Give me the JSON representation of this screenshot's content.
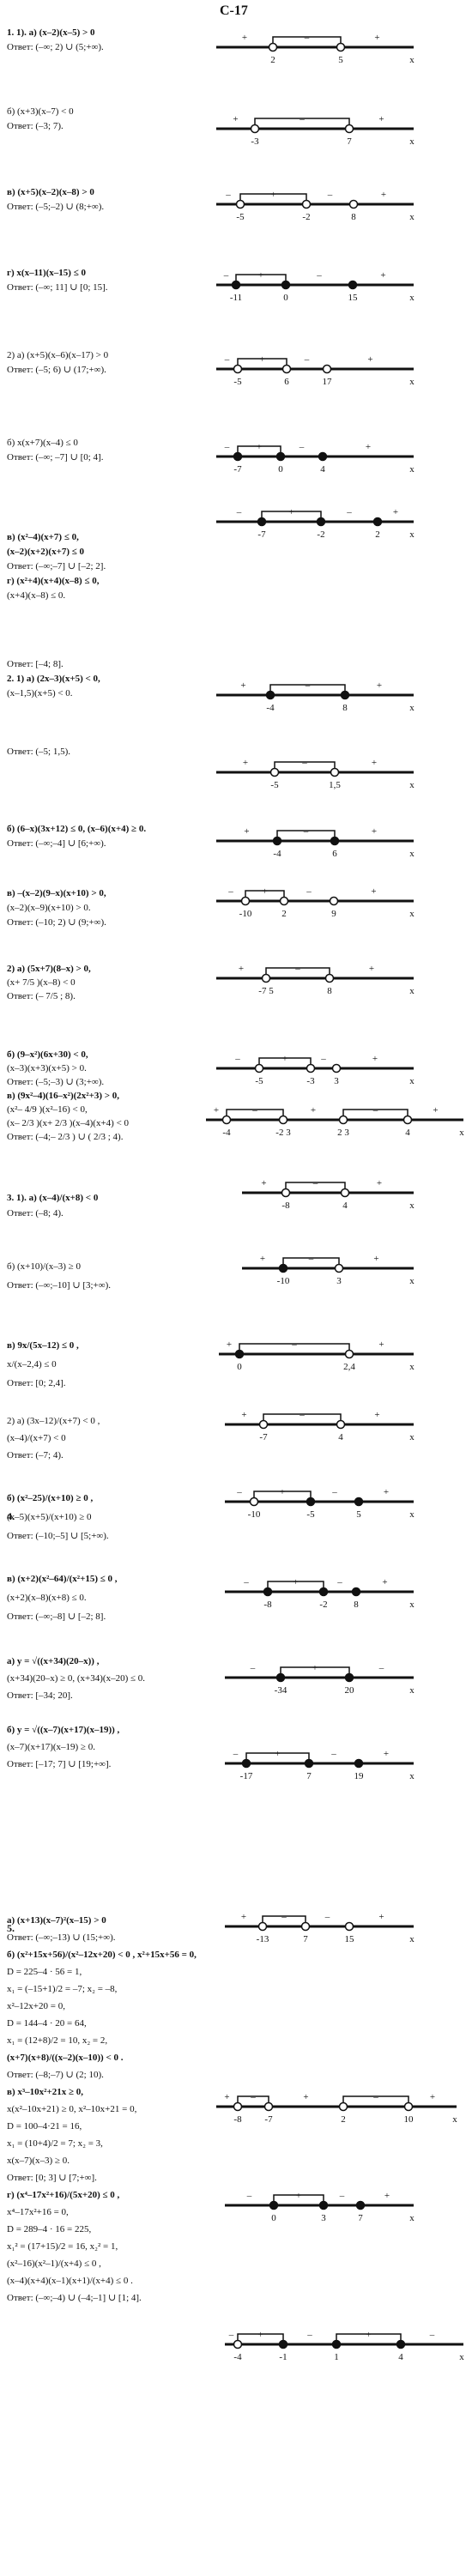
{
  "header": "С-17",
  "sections": [
    "2.",
    "3.",
    "4.",
    "5."
  ],
  "blocks": [
    {
      "lines": [
        {
          "t": "1. 1). а) (x–2)(x–5) > 0",
          "b": true
        },
        {
          "t": "Ответ: (–∞; 2) ∪ (5;+∞)."
        }
      ]
    },
    {
      "lines": [
        {
          "t": "б) (x+3)(x–7) < 0"
        },
        {
          "t": "Ответ: (–3; 7)."
        }
      ]
    },
    {
      "lines": [
        {
          "t": "в) (x+5)(x–2)(x–8) > 0",
          "b": true
        },
        {
          "t": "Ответ: (–5;–2) ∪ (8;+∞)."
        }
      ]
    },
    {
      "lines": [
        {
          "t": "г) x(x–11)(x–15) ≤ 0",
          "b": true
        },
        {
          "t": "Ответ: (–∞; 11] ∪ [0; 15]."
        }
      ]
    },
    {
      "lines": [
        {
          "t": "2) а) (x+5)(x–6)(x–17) > 0"
        },
        {
          "t": "Ответ: (–5; 6) ∪ (17;+∞)."
        }
      ]
    },
    {
      "lines": [
        {
          "t": "б) x(x+7)(x–4) ≤ 0"
        },
        {
          "t": "Ответ: (–∞; –7] ∪ [0; 4]."
        }
      ]
    },
    {
      "lines": [
        {
          "t": "в) (x²–4)(x+7) ≤ 0,",
          "b": true
        },
        {
          "t": "(x–2)(x+2)(x+7) ≤ 0",
          "b": true
        },
        {
          "t": "Ответ: (–∞;–7] ∪ [–2; 2]."
        },
        {
          "t": "г) (x²+4)(x+4)(x–8) ≤ 0,",
          "b": true
        },
        {
          "t": "(x+4)(x–8) ≤ 0."
        }
      ]
    },
    {
      "lines": [
        {
          "t": "Ответ: [–4; 8]."
        },
        {
          "t": "2. 1) а) (2x–3)(x+5) < 0,",
          "b": true
        },
        {
          "t": "(x–1,5)(x+5) < 0."
        }
      ]
    },
    {
      "lines": [
        {
          "t": "Ответ: (–5; 1,5)."
        }
      ]
    },
    {
      "lines": [
        {
          "t": "б) (6–x)(3x+12) ≤ 0, (x–6)(x+4) ≥ 0.",
          "b": true
        },
        {
          "t": "Ответ: (–∞;–4] ∪ [6;+∞)."
        }
      ]
    },
    {
      "lines": [
        {
          "t": "в) –(x–2)(9–x)(x+10) > 0,",
          "b": true
        },
        {
          "t": "(x–2)(x–9)(x+10) > 0."
        },
        {
          "t": "Ответ: (–10; 2) ∪ (9;+∞)."
        }
      ]
    },
    {
      "lines": [
        {
          "t": "2) а) (5x+7)(8–x) > 0,",
          "b": true
        },
        {
          "t": "(x+ 7/5 )(x–8) < 0"
        },
        {
          "t": "Ответ: (– 7/5 ; 8)."
        }
      ]
    },
    {
      "lines": [
        {
          "t": "б) (9–x²)(6x+30) < 0,",
          "b": true
        },
        {
          "t": "(x–3)(x+3)(x+5) > 0."
        },
        {
          "t": "Ответ: (–5;–3) ∪ (3;+∞)."
        },
        {
          "t": "в) (9x²–4)(16–x²)(2x²+3) > 0,",
          "b": true
        },
        {
          "t": "(x²– 4/9 )(x²–16) < 0,"
        },
        {
          "t": "(x– 2/3 )(x+ 2/3 )(x–4)(x+4) < 0"
        },
        {
          "t": "Ответ: (–4;– 2/3 ) ∪ ( 2/3 ; 4)."
        }
      ]
    },
    {
      "lines": [
        {
          "t": "3. 1). а) (x–4)/(x+8) < 0",
          "b": true
        },
        {
          "t": "Ответ: (–8; 4)."
        }
      ]
    },
    {
      "lines": [
        {
          "t": "б) (x+10)/(x–3) ≥ 0"
        },
        {
          "t": "Ответ: (–∞;–10] ∪ [3;+∞)."
        }
      ]
    },
    {
      "lines": [
        {
          "t": "в) 9x/(5x–12) ≤ 0 ,",
          "b": true
        },
        {
          "t": "x/(x–2,4) ≤ 0"
        },
        {
          "t": "Ответ: [0; 2,4]."
        }
      ]
    },
    {
      "lines": [
        {
          "t": "2) а) (3x–12)/(x+7) < 0 ,"
        },
        {
          "t": "(x–4)/(x+7) < 0"
        },
        {
          "t": "Ответ: (–7; 4)."
        }
      ]
    },
    {
      "lines": [
        {
          "t": "б) (x²–25)/(x+10) ≥ 0 ,",
          "b": true
        },
        {
          "t": "(x–5)(x+5)/(x+10) ≥ 0"
        },
        {
          "t": "Ответ: (–10;–5] ∪ [5;+∞)."
        }
      ]
    },
    {
      "lines": [
        {
          "t": "в) (x+2)(x²–64)/(x²+15) ≤ 0 ,",
          "b": true
        },
        {
          "t": "(x+2)(x–8)(x+8) ≤ 0."
        },
        {
          "t": "Ответ: (–∞;–8] ∪ [–2; 8]."
        }
      ]
    },
    {
      "lines": [
        {
          "t": "а) y = √((x+34)(20–x)) ,",
          "b": true
        },
        {
          "t": "(x+34)(20–x) ≥ 0, (x+34)(x–20) ≤ 0."
        },
        {
          "t": "Ответ: [–34; 20]."
        }
      ]
    },
    {
      "lines": [
        {
          "t": "б) y = √((x–7)(x+17)(x–19)) ,",
          "b": true
        },
        {
          "t": "(x–7)(x+17)(x–19) ≥ 0."
        },
        {
          "t": "Ответ: [–17; 7] ∪ [19;+∞]."
        }
      ]
    },
    {
      "lines": [
        {
          "t": "а) (x+13)(x–7)²(x–15) > 0",
          "b": true
        },
        {
          "t": "Ответ: (–∞;–13) ∪ (15;+∞)."
        },
        {
          "t": "б) (x²+15x+56)/(x²–12x+20) < 0 , x²+15x+56 = 0,",
          "b": true
        },
        {
          "t": "D = 225–4 · 56 = 1,"
        },
        {
          "t": "x₁ = (–15+1)/2 = –7; x₂ = –8,"
        },
        {
          "t": "x²–12x+20 = 0,"
        },
        {
          "t": "D = 144–4 · 20 = 64,"
        },
        {
          "t": "x₁ = (12+8)/2 = 10, x₂ = 2,"
        },
        {
          "t": "(x+7)(x+8)/((x–2)(x–10)) < 0 .",
          "b": true
        },
        {
          "t": "Ответ: (–8;–7) ∪ (2; 10)."
        },
        {
          "t": "в) x³–10x²+21x ≥ 0,",
          "b": true
        },
        {
          "t": "x(x²–10x+21) ≥ 0, x²–10x+21 = 0,"
        },
        {
          "t": "D = 100–4·21 = 16,"
        },
        {
          "t": "x₁ = (10+4)/2 = 7; x₂ = 3,"
        },
        {
          "t": "x(x–7)(x–3) ≥ 0."
        },
        {
          "t": "Ответ: [0; 3] ∪ [7;+∞]."
        },
        {
          "t": "г) (x⁴–17x²+16)/(5x+20) ≤ 0 ,",
          "b": true
        },
        {
          "t": "x⁴–17x²+16 = 0,"
        },
        {
          "t": "D = 289–4 · 16 = 225,"
        },
        {
          "t": "x₁² = (17+15)/2 = 16, x₂² = 1,"
        },
        {
          "t": "(x²–16)(x²–1)/(x+4) ≤ 0 ,"
        },
        {
          "t": "(x–4)(x+4)(x–1)(x+1)/(x+4) ≤ 0 ."
        },
        {
          "t": "Ответ: (–∞;–4) ∪ (–4;–1] ∪ [1; 4]."
        }
      ]
    }
  ],
  "numberlines": [
    {
      "labels": [
        "2",
        "5",
        "x"
      ],
      "signs": [
        "+",
        "–",
        "+"
      ]
    },
    {
      "labels": [
        "-3",
        "7",
        "x"
      ],
      "signs": [
        "+",
        "–",
        "+"
      ]
    },
    {
      "labels": [
        "-5",
        "-2",
        "8",
        "x"
      ],
      "signs": [
        "–",
        "+",
        "–",
        "+"
      ]
    },
    {
      "labels": [
        "-11",
        "0",
        "15",
        "x"
      ],
      "signs": [
        "–",
        "+",
        "–",
        "+"
      ]
    },
    {
      "labels": [
        "-5",
        "6",
        "17",
        "x"
      ],
      "signs": [
        "–",
        "+",
        "–",
        "+"
      ]
    },
    {
      "labels": [
        "-7",
        "0",
        "4",
        "x"
      ],
      "signs": [
        "–",
        "+",
        "–",
        "+"
      ]
    },
    {
      "labels": [
        "-7",
        "-2",
        "2",
        "x"
      ],
      "signs": [
        "–",
        "+",
        "–",
        "+"
      ]
    },
    {
      "labels": [
        "-4",
        "8",
        "x"
      ],
      "signs": [
        "+",
        "–",
        "+"
      ]
    },
    {
      "labels": [
        "-5",
        "1,5",
        "x"
      ],
      "signs": [
        "+",
        "–",
        "+"
      ]
    },
    {
      "labels": [
        "-4",
        "6",
        "x"
      ],
      "signs": [
        "+",
        "–",
        "+"
      ]
    },
    {
      "labels": [
        "-10",
        "2",
        "9",
        "x"
      ],
      "signs": [
        "–",
        "+",
        "–",
        "+"
      ]
    },
    {
      "labels": [
        "-7 5",
        "8",
        "x"
      ],
      "signs": [
        "+",
        "–",
        "+"
      ]
    },
    {
      "labels": [
        "-5",
        "-3",
        "3",
        "x"
      ],
      "signs": [
        "–",
        "+",
        "–",
        "+"
      ]
    },
    {
      "labels": [
        "-4",
        "-2 3",
        "2 3",
        "4",
        "x"
      ],
      "signs": [
        "+",
        "–",
        "+",
        "–",
        "+"
      ]
    },
    {
      "labels": [
        "-8",
        "4",
        "x"
      ],
      "signs": [
        "+",
        "–",
        "+"
      ]
    },
    {
      "labels": [
        "-10",
        "3",
        "x"
      ],
      "signs": [
        "+",
        "–",
        "+"
      ]
    },
    {
      "labels": [
        "0",
        "2,4",
        "x"
      ],
      "signs": [
        "+",
        "–",
        "+"
      ]
    },
    {
      "labels": [
        "-7",
        "4",
        "x"
      ],
      "signs": [
        "+",
        "–",
        "+"
      ]
    },
    {
      "labels": [
        "-10",
        "-5",
        "5",
        "x"
      ],
      "signs": [
        "–",
        "+",
        "–",
        "+"
      ]
    },
    {
      "labels": [
        "-8",
        "-2",
        "8",
        "x"
      ],
      "signs": [
        "–",
        "+",
        "–",
        "+"
      ]
    },
    {
      "labels": [
        "-34",
        "20",
        "x"
      ],
      "signs": [
        "–",
        "+",
        "–"
      ]
    },
    {
      "labels": [
        "-17",
        "7",
        "19",
        "x"
      ],
      "signs": [
        "–",
        "+",
        "–",
        "+"
      ]
    },
    {
      "labels": [
        "-13",
        "7",
        "15",
        "x"
      ],
      "signs": [
        "+",
        "–",
        "–",
        "+"
      ]
    },
    {
      "labels": [
        "-8",
        "-7",
        "2",
        "10",
        "x"
      ],
      "signs": [
        "+",
        "–",
        "+",
        "–",
        "+"
      ]
    },
    {
      "labels": [
        "0",
        "3",
        "7",
        "x"
      ],
      "signs": [
        "–",
        "+",
        "–",
        "+"
      ]
    },
    {
      "labels": [
        "-4",
        "-1",
        "1",
        "4",
        "x"
      ],
      "signs": [
        "–",
        "+",
        "–",
        "+",
        "–"
      ]
    }
  ]
}
